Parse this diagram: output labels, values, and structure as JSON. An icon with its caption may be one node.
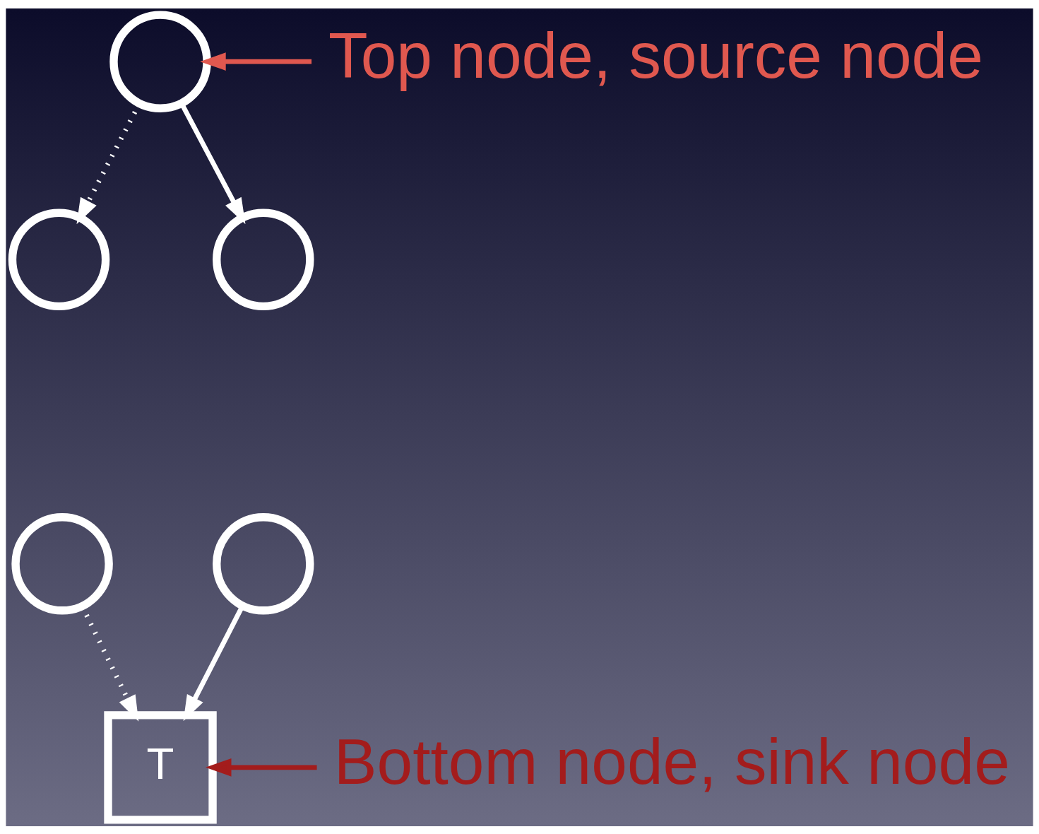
{
  "diagram": {
    "nodes": [
      {
        "text": [],
        "shape": "circle"
      },
      {
        "text": [],
        "shape": "circle"
      },
      {
        "text": [],
        "shape": "circle"
      },
      {
        "text": [],
        "shape": "circle"
      },
      {
        "text": [],
        "shape": "circle"
      },
      {
        "text": [
          "T"
        ]
      },
      {
        "text": [
          "Top node, source node"
        ]
      },
      {
        "text": [
          "Bottom node, sink node"
        ]
      }
    ],
    "edges": [
      {
        "from": 0,
        "to": 1,
        "arrow": "to",
        "style": "dashed"
      },
      {
        "from": 0,
        "to": 2,
        "arrow": "to"
      },
      {
        "from": 3,
        "to": 5,
        "arrow": "to",
        "style": "dashed"
      },
      {
        "from": 4,
        "to": 5,
        "arrow": "to"
      },
      {
        "from": 6,
        "to": 0,
        "arrow": "to",
        "color": "#e0584f"
      },
      {
        "from": 7,
        "to": 5,
        "arrow": "to",
        "color": "#a31c1c"
      }
    ]
  }
}
